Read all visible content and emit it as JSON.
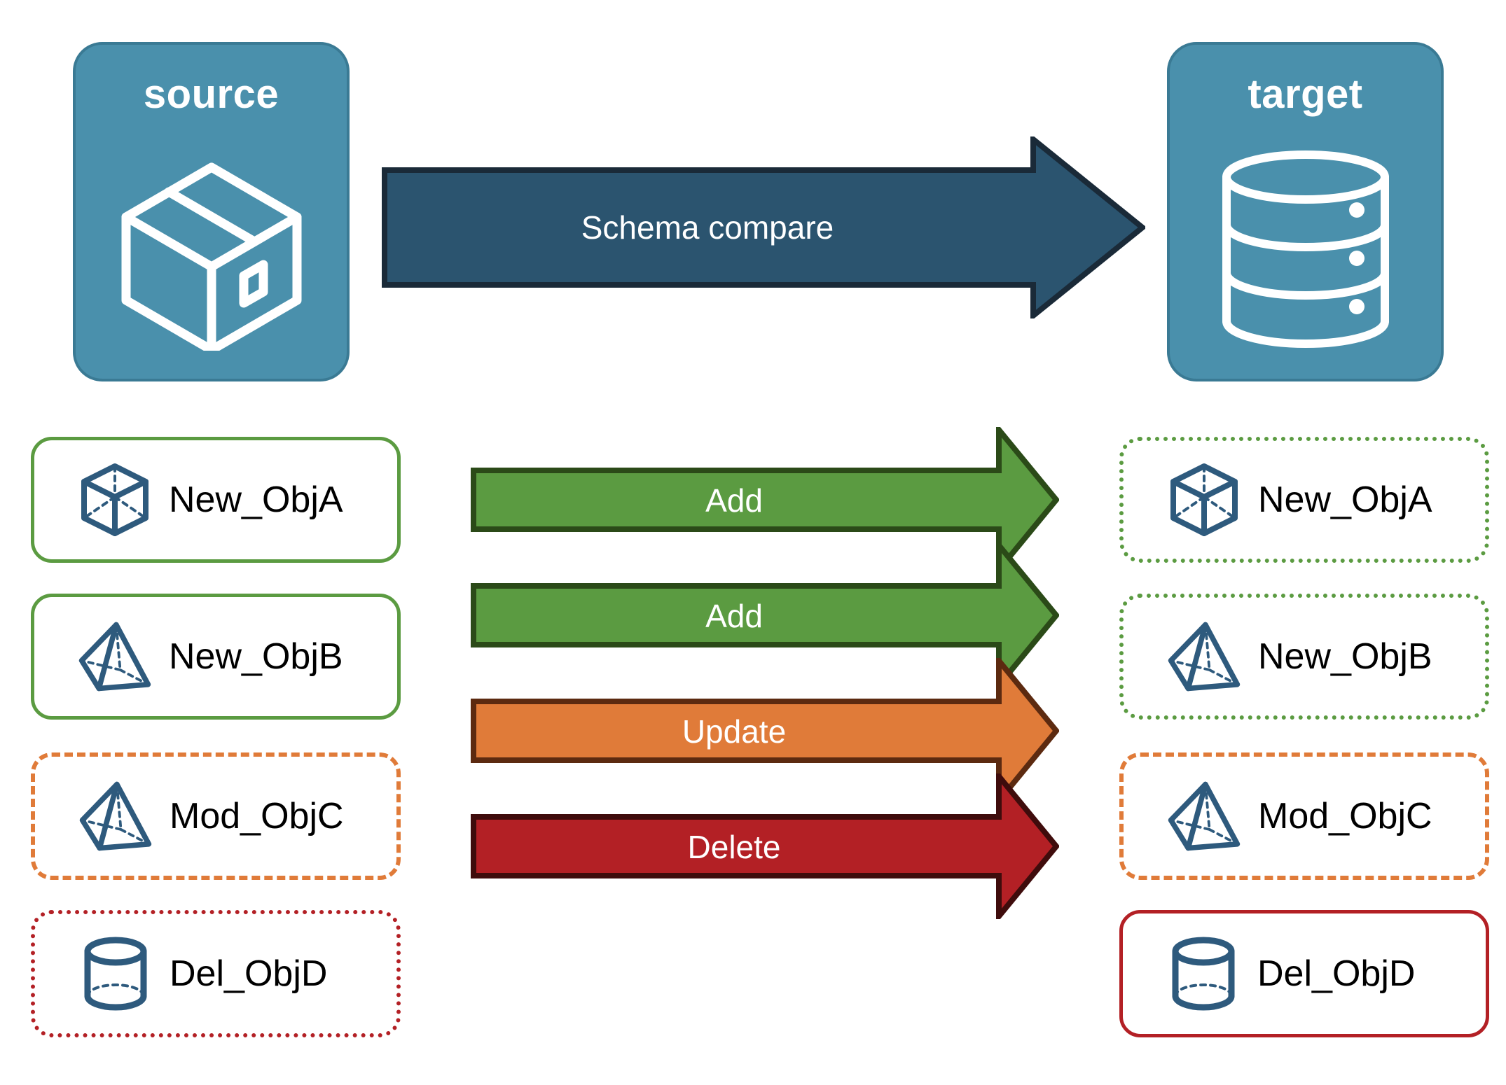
{
  "diagram": {
    "title_hidden": "",
    "endpoints": [
      {
        "id": "source",
        "label": "source",
        "icon": "package-box-icon"
      },
      {
        "id": "target",
        "label": "target",
        "icon": "database-cylinder-icon"
      }
    ],
    "compare_arrow": {
      "label": "Schema compare",
      "fill": "#2B546F",
      "stroke": "#1A2A38"
    },
    "rows": [
      {
        "action": "Add",
        "arrow_fill": "#5B9B41",
        "arrow_stroke": "#2B4A18",
        "source": {
          "label": "New_ObjA",
          "icon": "wireframe-cube-icon",
          "border_style": "solid",
          "border_color": "#5B9B41"
        },
        "target": {
          "label": "New_ObjA",
          "icon": "wireframe-cube-icon",
          "border_style": "dotted",
          "border_color": "#5B9B41"
        }
      },
      {
        "action": "Add",
        "arrow_fill": "#5B9B41",
        "arrow_stroke": "#2B4A18",
        "source": {
          "label": "New_ObjB",
          "icon": "wireframe-pyramid-icon",
          "border_style": "solid",
          "border_color": "#5B9B41"
        },
        "target": {
          "label": "New_ObjB",
          "icon": "wireframe-pyramid-icon",
          "border_style": "dotted",
          "border_color": "#5B9B41"
        }
      },
      {
        "action": "Update",
        "arrow_fill": "#E07B39",
        "arrow_stroke": "#5C2A10",
        "source": {
          "label": "Mod_ObjC",
          "icon": "wireframe-pyramid-icon",
          "border_style": "dashed",
          "border_color": "#E07B39"
        },
        "target": {
          "label": "Mod_ObjC",
          "icon": "wireframe-pyramid-icon",
          "border_style": "dashed",
          "border_color": "#E07B39"
        }
      },
      {
        "action": "Delete",
        "arrow_fill": "#B32025",
        "arrow_stroke": "#3F0C0C",
        "source": {
          "label": "Del_ObjD",
          "icon": "wireframe-cylinder-icon",
          "border_style": "dotted",
          "border_color": "#B32025"
        },
        "target": {
          "label": "Del_ObjD",
          "icon": "wireframe-cylinder-icon",
          "border_style": "solid",
          "border_color": "#B32025"
        }
      }
    ],
    "colors": {
      "endpoint_fill": "#4A90AC",
      "endpoint_stroke": "#3A7A94",
      "icon_blue": "#2E5A7D",
      "green": "#5B9B41",
      "orange": "#E07B39",
      "red": "#B32025",
      "navy": "#2B546F"
    }
  }
}
